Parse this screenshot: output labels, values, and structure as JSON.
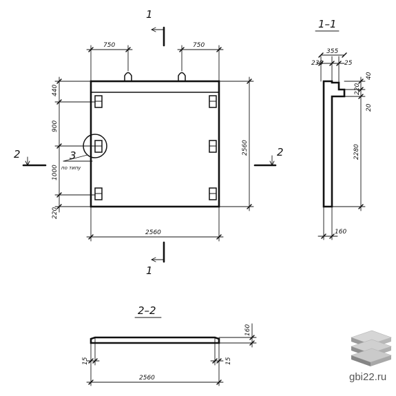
{
  "main_view": {
    "top_dim_left": "750",
    "top_dim_right": "750",
    "left_dims": [
      "440",
      "900",
      "1000",
      "220"
    ],
    "right_dim": "2560",
    "bottom_dim": "2560",
    "callout_number": "3",
    "callout_note": "по типу",
    "cut_1_top": "1",
    "cut_1_bottom": "1",
    "cut_2_left": "2",
    "cut_2_right": "2"
  },
  "section_1_1": {
    "title": "1–1",
    "dim_top": "355",
    "dim_230": "230",
    "dim_25": "25",
    "dim_40": "40",
    "dim_220": "220",
    "dim_20": "20",
    "dim_2280": "2280",
    "dim_bottom": "160"
  },
  "section_2_2": {
    "title": "2–2",
    "dim_left": "15",
    "dim_right": "15",
    "dim_bottom": "2560",
    "dim_height": "160"
  },
  "watermark": {
    "text": "gbi22.ru"
  }
}
